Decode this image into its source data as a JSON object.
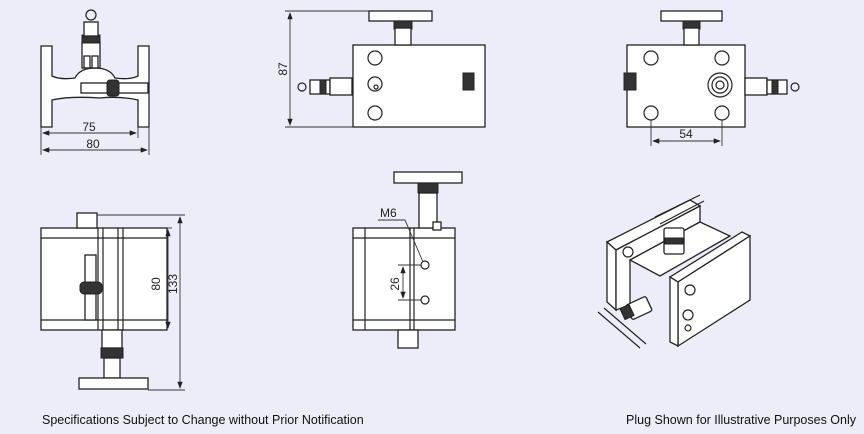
{
  "dimensions": {
    "front_inner_width": "75",
    "front_overall_width": "80",
    "side_height": "87",
    "top_hole_spacing": "54",
    "bottom_body_height": "80",
    "bottom_overall_height": "133",
    "rear_thread": "M6",
    "rear_hole_spacing": "26"
  },
  "footer": {
    "left": "Specifications Subject to Change without Prior Notification",
    "right": "Plug Shown for Illustrative Purposes Only"
  }
}
